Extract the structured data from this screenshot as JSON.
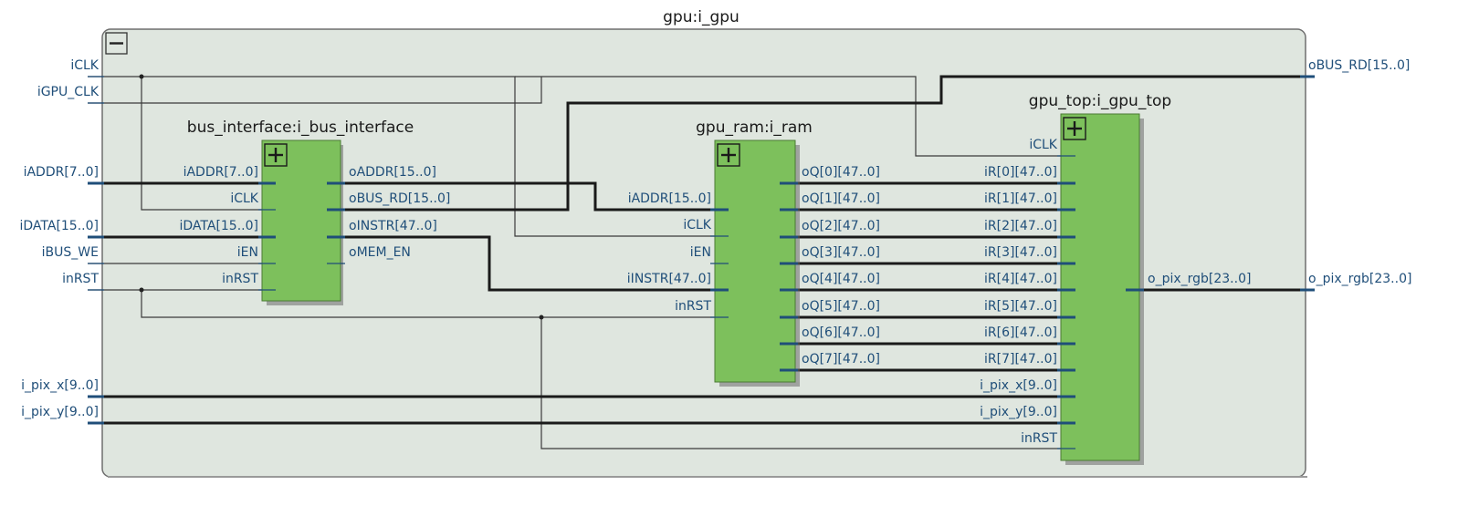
{
  "top": {
    "title": "gpu:i_gpu",
    "inputs": [
      "iCLK",
      "iGPU_CLK",
      "iADDR[7..0]",
      "iDATA[15..0]",
      "iBUS_WE",
      "inRST",
      "i_pix_x[9..0]",
      "i_pix_y[9..0]"
    ],
    "outputs": [
      "oBUS_RD[15..0]",
      "o_pix_rgb[23..0]"
    ]
  },
  "blocks": {
    "bus_interface": {
      "title": "bus_interface:i_bus_interface",
      "inputs": [
        "iADDR[7..0]",
        "iCLK",
        "iDATA[15..0]",
        "iEN",
        "inRST"
      ],
      "outputs": [
        "oADDR[15..0]",
        "oBUS_RD[15..0]",
        "oINSTR[47..0]",
        "oMEM_EN"
      ]
    },
    "gpu_ram": {
      "title": "gpu_ram:i_ram",
      "inputs": [
        "iADDR[15..0]",
        "iCLK",
        "iEN",
        "iINSTR[47..0]",
        "inRST"
      ],
      "outputs": [
        "oQ[0][47..0]",
        "oQ[1][47..0]",
        "oQ[2][47..0]",
        "oQ[3][47..0]",
        "oQ[4][47..0]",
        "oQ[5][47..0]",
        "oQ[6][47..0]",
        "oQ[7][47..0]"
      ]
    },
    "gpu_top": {
      "title": "gpu_top:i_gpu_top",
      "inputs": [
        "iCLK",
        "iR[0][47..0]",
        "iR[1][47..0]",
        "iR[2][47..0]",
        "iR[3][47..0]",
        "iR[4][47..0]",
        "iR[5][47..0]",
        "iR[6][47..0]",
        "iR[7][47..0]",
        "i_pix_x[9..0]",
        "i_pix_y[9..0]",
        "inRST"
      ],
      "outputs": [
        "o_pix_rgb[23..0]"
      ]
    }
  },
  "colors": {
    "container_fill": "#dfe6df",
    "block_fill": "#7dc05c",
    "label_color": "#1f4e79",
    "wire_color": "#1a1a1a"
  }
}
